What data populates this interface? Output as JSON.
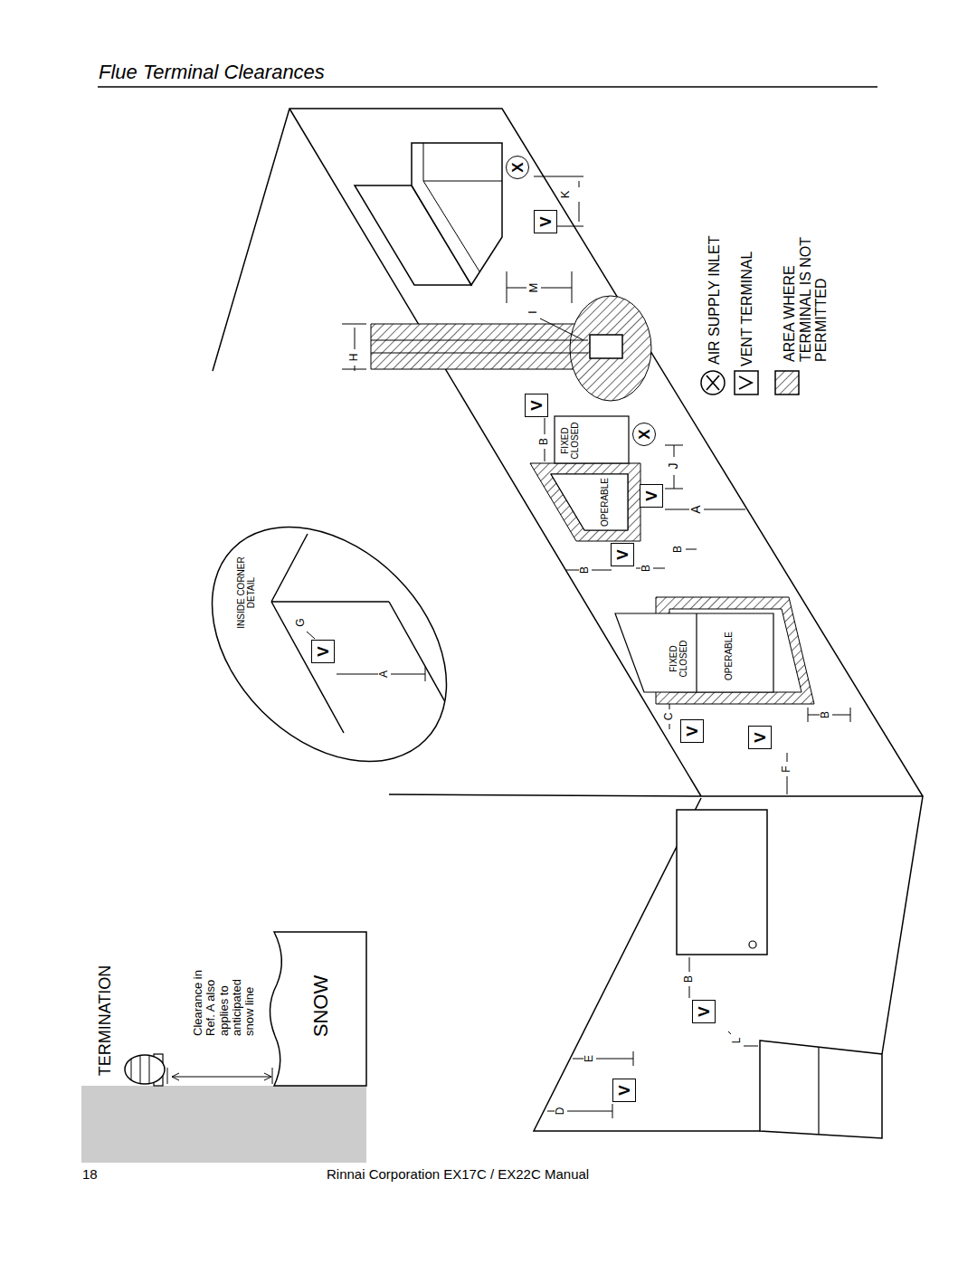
{
  "diagram": {
    "title": "Flue Terminal Clearances",
    "nodes": [
      {
        "text": [
          "X"
        ]
      },
      {
        "text": [
          "V"
        ]
      },
      {
        "text": [
          "V"
        ]
      },
      {
        "text": [
          "X"
        ]
      },
      {
        "text": [
          "V"
        ]
      },
      {
        "text": [
          "V"
        ]
      },
      {
        "text": [
          "V"
        ]
      },
      {
        "text": [
          "V"
        ]
      },
      {
        "text": [
          "V"
        ]
      },
      {
        "text": [
          "V"
        ]
      },
      {
        "text": [
          "V"
        ]
      }
    ],
    "labels": [
      "K",
      "M",
      "I",
      "H",
      "B",
      "FIXED CLOSED",
      "OPERABLE",
      "J",
      "A",
      "B",
      "B",
      "B",
      "INSIDE CORNER DETAIL",
      "G",
      "A",
      "FIXED CLOSED",
      "OPERABLE",
      "C",
      "B",
      "F",
      "B",
      "L",
      "E",
      "D",
      "TERMINATION",
      "Clearance in Ref. A also applies to anticipated snow line",
      "SNOW",
      "18",
      "Rinnai Corporation EX17C / EX22C Manual"
    ],
    "legend": [
      {
        "text": "AIR SUPPLY INLET"
      },
      {
        "text": "VENT TERMINAL"
      },
      {
        "text": "AREA WHERE TERMINAL IS NOT PERMITTED"
      }
    ]
  }
}
